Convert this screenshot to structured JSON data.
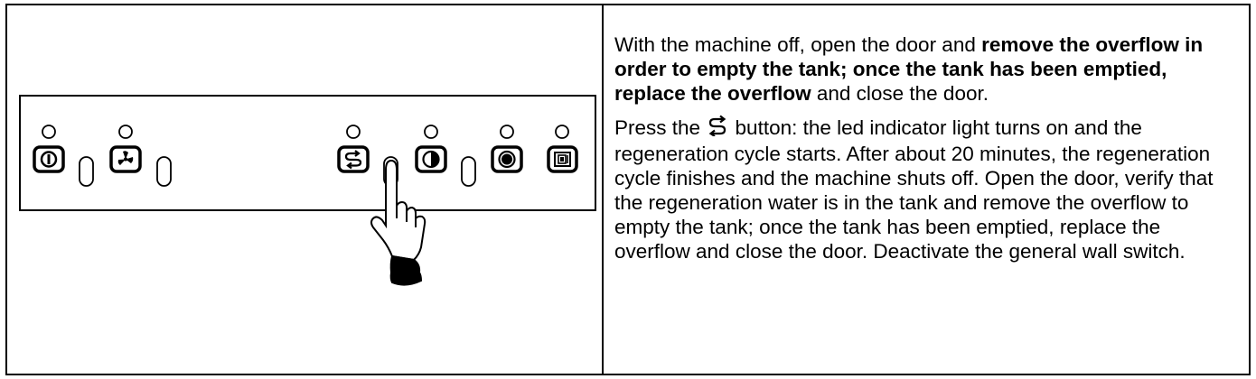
{
  "paragraph1": {
    "t1": "With the machine off, open the door and ",
    "b1": "remove the overflow in order to empty the tank; once the tank has been emptied, replace the overflow",
    "t2": " and close the door."
  },
  "paragraph2": {
    "t1": "Press the ",
    "icon": "regeneration-cycle-icon",
    "t2": " button: the led indicator light turns on and the regeneration cycle starts. After about 20 minutes, the regeneration cycle finishes and the machine shuts off. Open the door, verify that the regeneration water is in the tank and remove the overflow to empty the tank; once the tank has been emptied, replace the overflow and close the door. Deactivate the general wall switch."
  },
  "panel": {
    "buttons": [
      {
        "name": "power-button",
        "icon": "power-icon"
      },
      {
        "name": "fan-button",
        "icon": "fan-icon"
      },
      {
        "name": "regeneration-button",
        "icon": "regeneration-cycle-icon"
      },
      {
        "name": "half-cycle-button",
        "icon": "half-circle-icon"
      },
      {
        "name": "full-cycle-button",
        "icon": "filled-circle-icon"
      },
      {
        "name": "door-button",
        "icon": "door-icon"
      }
    ]
  }
}
